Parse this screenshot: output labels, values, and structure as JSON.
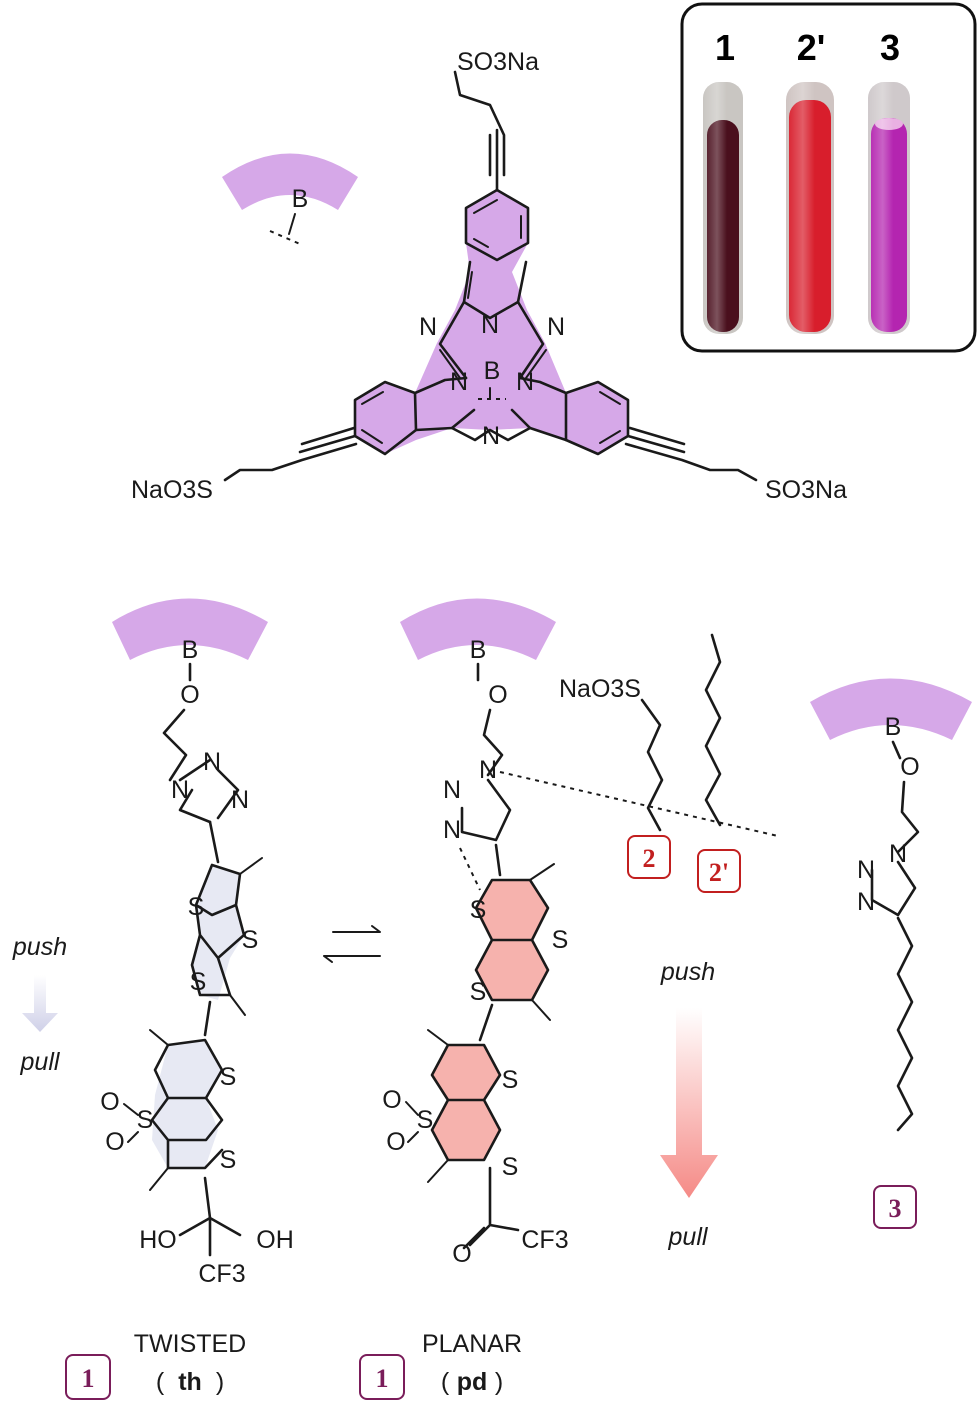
{
  "colors": {
    "core_fill": "#d6a8e8",
    "pink_fill": "#f6b2ad",
    "grey_fill": "#e7e9f3",
    "purple_label": "#7a1d5a",
    "red_label": "#c21f1f",
    "tube_1": "#4a0f1d",
    "tube_2p": "#d81e2c",
    "tube_3": "#b425b0"
  },
  "photo": {
    "labels": [
      "1",
      "2'",
      "3"
    ]
  },
  "core": {
    "top_substituent": "SO3Na",
    "left_substituent": "NaO3S",
    "right_substituent": "SO3Na",
    "boron": "B",
    "nitrogen": "N"
  },
  "fragment": {
    "boron": "B"
  },
  "bottom": {
    "twisted": {
      "title": "TWISTED",
      "abbr": "th",
      "number": "1"
    },
    "planar": {
      "title": "PLANAR",
      "abbr": "pd",
      "number": "1"
    },
    "ligand_2_number": "2",
    "ligand_2p_number": "2'",
    "ligand_3_number": "3",
    "ligand_2_head": "NaO3S",
    "push": "push",
    "pull": "pull",
    "hydrate_left": "HO",
    "hydrate_right": "OH",
    "cf3": "CF3",
    "oxygen": "O",
    "sulfur": "S"
  }
}
